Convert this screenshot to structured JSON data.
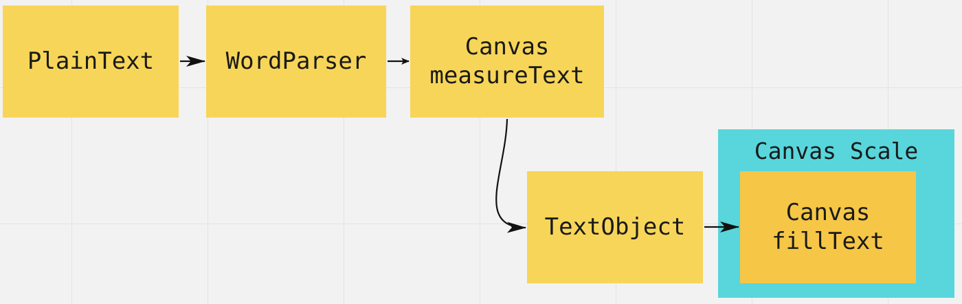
{
  "colors": {
    "node_fill": "#f7d558",
    "node_fill_inner": "#f6c646",
    "frame_fill": "#58d6dc",
    "edge": "#111111"
  },
  "frame": {
    "label": "Canvas Scale"
  },
  "nodes": {
    "plain_text": {
      "lines": [
        "PlainText"
      ]
    },
    "word_parser": {
      "lines": [
        "WordParser"
      ]
    },
    "measure_text": {
      "lines": [
        "Canvas",
        "measureText"
      ]
    },
    "text_object": {
      "lines": [
        "TextObject"
      ]
    },
    "fill_text": {
      "lines": [
        "Canvas",
        "fillText"
      ]
    }
  },
  "edges": [
    {
      "from": "plain_text",
      "to": "word_parser"
    },
    {
      "from": "word_parser",
      "to": "measure_text"
    },
    {
      "from": "measure_text",
      "to": "text_object"
    },
    {
      "from": "text_object",
      "to": "fill_text"
    }
  ]
}
